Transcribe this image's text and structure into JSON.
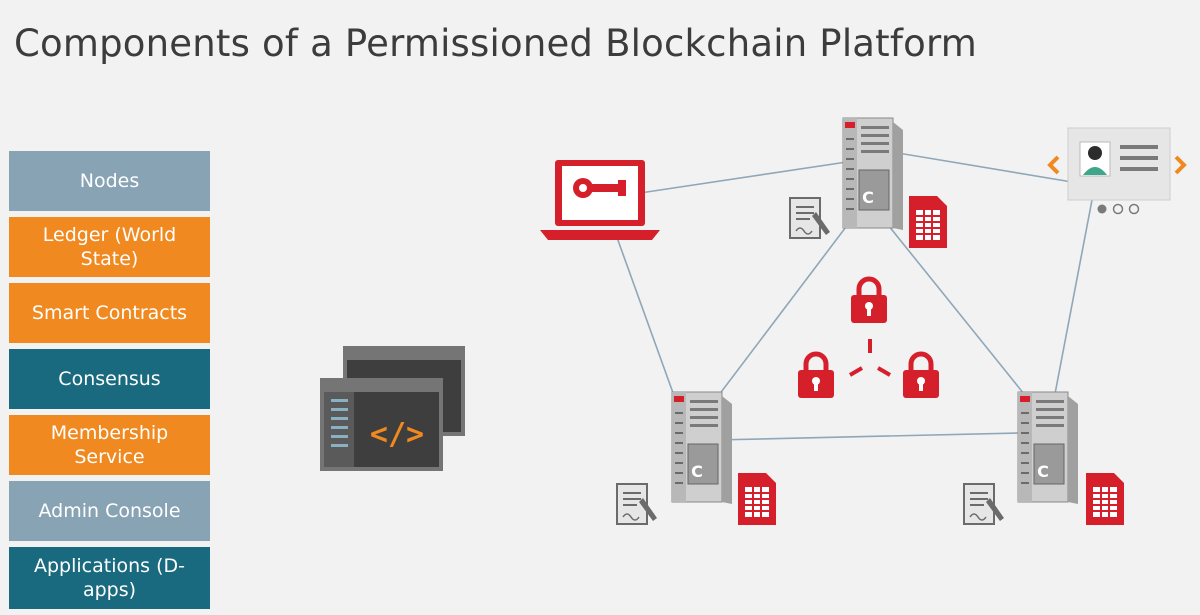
{
  "title": "Components of a Permissioned Blockchain Platform",
  "components": [
    {
      "label": "Nodes",
      "color": "#87a3b4"
    },
    {
      "label": "Ledger (World State)",
      "color": "#f0891f"
    },
    {
      "label": "Smart Contracts",
      "color": "#f0891f"
    },
    {
      "label": "Consensus",
      "color": "#196a7e"
    },
    {
      "label": "Membership Service",
      "color": "#f0891f"
    },
    {
      "label": "Admin Console",
      "color": "#87a3b4"
    },
    {
      "label": "Applications (D-apps)",
      "color": "#196a7e"
    }
  ],
  "diagram": {
    "icons": [
      "code-window-icon",
      "admin-laptop-icon",
      "server-node-icon",
      "contract-document-icon",
      "ledger-table-icon",
      "padlock-icon",
      "membership-card-icon"
    ],
    "server_label": "C",
    "code_glyph": "</>",
    "accent_color": "#d5202c",
    "line_color": "#8fa7b8"
  }
}
